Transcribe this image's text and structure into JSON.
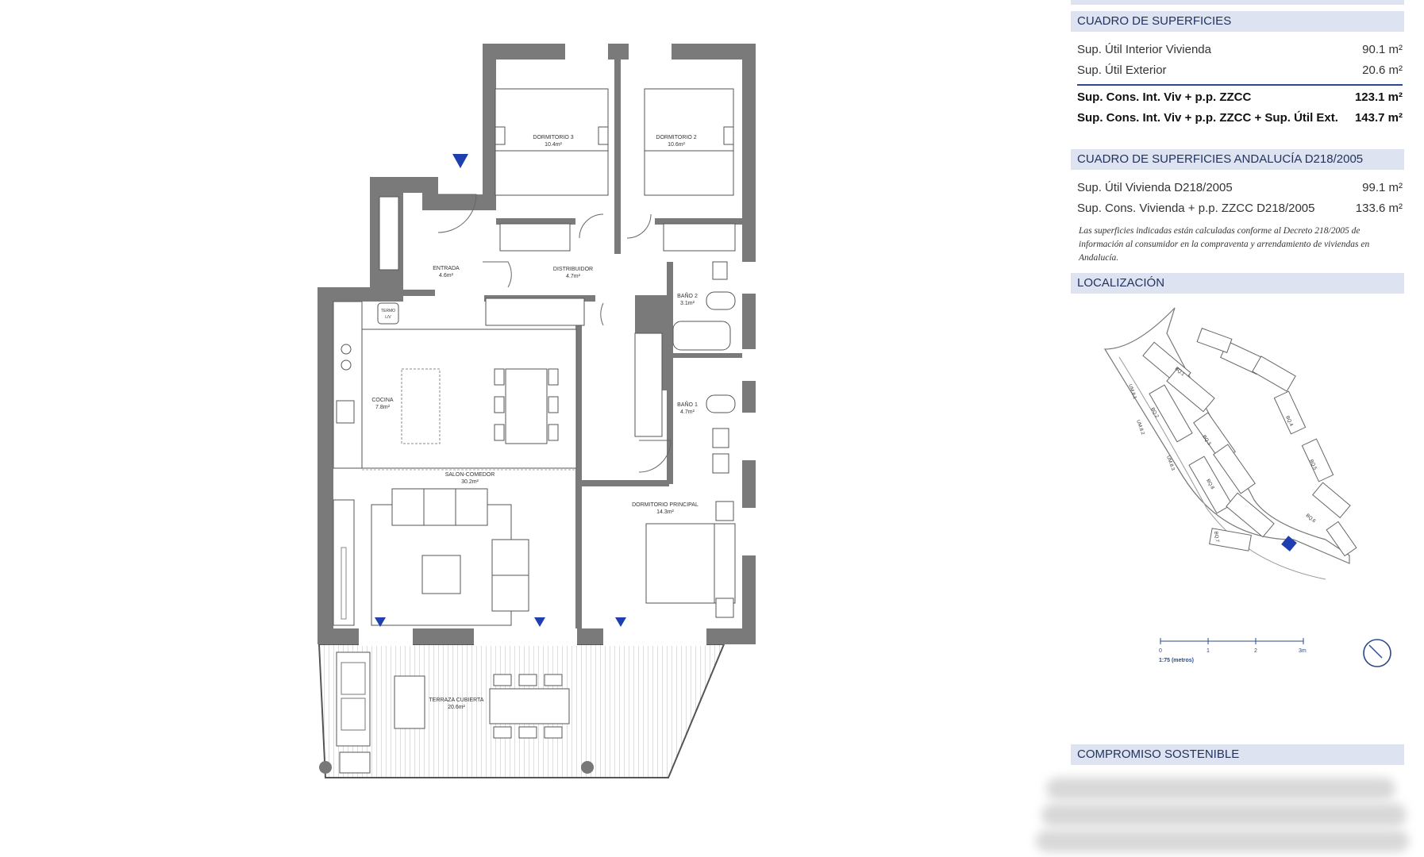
{
  "plan": {
    "rooms": [
      {
        "id": "dormitorio3",
        "name": "DORMITORIO 3",
        "area": "10.4m²"
      },
      {
        "id": "dormitorio2",
        "name": "DORMITORIO 2",
        "area": "10.6m²"
      },
      {
        "id": "entrada",
        "name": "ENTRADA",
        "area": "4.6m²"
      },
      {
        "id": "distribuidor",
        "name": "DISTRIBUIDOR",
        "area": "4.7m²"
      },
      {
        "id": "bano2",
        "name": "BAÑO 2",
        "area": "3.1m²"
      },
      {
        "id": "bano1",
        "name": "BAÑO 1",
        "area": "4.7m²"
      },
      {
        "id": "cocina",
        "name": "COCINA",
        "area": "7.8m²"
      },
      {
        "id": "salon",
        "name": "SALON-COMEDOR",
        "area": "30.2m²"
      },
      {
        "id": "dormitorio-principal",
        "name": "DORMITORIO PRINCIPAL",
        "area": "14.3m²"
      },
      {
        "id": "terraza",
        "name": "TERRAZA CUBIERTA",
        "area": "20.6m²"
      }
    ],
    "termo_label": "TERMO",
    "termo_sub": "L/V",
    "marker_color": "#1f3fb0",
    "wall_color": "#7a7a7a"
  },
  "superficies": {
    "header": "CUADRO DE SUPERFICIES",
    "rows": [
      {
        "label": "Sup. Útil Interior Vivienda",
        "value": "90.1 m²"
      },
      {
        "label": "Sup. Útil Exterior",
        "value": "20.6 m²"
      }
    ],
    "totals": [
      {
        "label": "Sup. Cons. Int. Viv + p.p. ZZCC",
        "value": "123.1 m²"
      },
      {
        "label": "Sup. Cons. Int. Viv + p.p. ZZCC + Sup. Útil Ext.",
        "value": "143.7 m²"
      }
    ]
  },
  "andalucia": {
    "header": "CUADRO DE SUPERFICIES ANDALUCÍA D218/2005",
    "rows": [
      {
        "label": "Sup. Útil Vivienda D218/2005",
        "value": "99.1 m²"
      },
      {
        "label": "Sup. Cons. Vivienda + p.p. ZZCC D218/2005",
        "value": "133.6 m²"
      }
    ],
    "note": "Las superficies indicadas están calculadas conforme al Decreto 218/2005 de información al consumidor en la compraventa y arrendamiento de viviendas en Andalucía."
  },
  "localizacion": {
    "header": "LOCALIZACIÓN",
    "block_labels": [
      "BQ.1",
      "BQ.2",
      "BQ.3",
      "BQ.4",
      "BQ.5",
      "BQ.6",
      "BQ.7",
      "BQ.8",
      "UM.8.1",
      "UM.8.2",
      "UM.8.3"
    ],
    "highlight_color": "#1f3fb0"
  },
  "escala": {
    "ticks": [
      "0",
      "1",
      "2",
      "3m"
    ],
    "label": "1:75 (metros)"
  },
  "compromiso": {
    "header": "COMPROMISO SOSTENIBLE"
  },
  "colors": {
    "header_bg": "#dde3f0",
    "header_text": "#23335e",
    "accent": "#2a4a8c"
  }
}
